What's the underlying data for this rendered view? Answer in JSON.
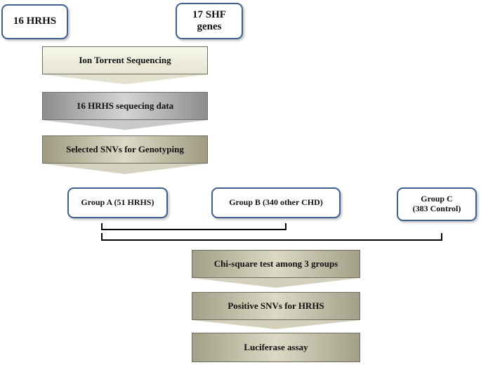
{
  "inputs": {
    "hrhs": "16 HRHS",
    "shf_line1": "17 SHF",
    "shf_line2": "genes"
  },
  "steps": [
    "Ion Torrent Sequencing",
    "16 HRHS sequecing data",
    "Selected SNVs for Genotyping"
  ],
  "groups": {
    "a": "Group A (51 HRHS)",
    "b": "Group B  (340 other CHD)",
    "c_line1": "Group C",
    "c_line2": "(383 Control)"
  },
  "results": [
    "Chi-square test among 3 groups",
    "Positive SNVs for HRHS",
    "Luciferase assay"
  ],
  "colors": {
    "box_border": "#3f5f8f",
    "step1_fill": "#eeeedd",
    "step2_fill": "#a9a9a9",
    "step_olive": "#b7b49a"
  }
}
